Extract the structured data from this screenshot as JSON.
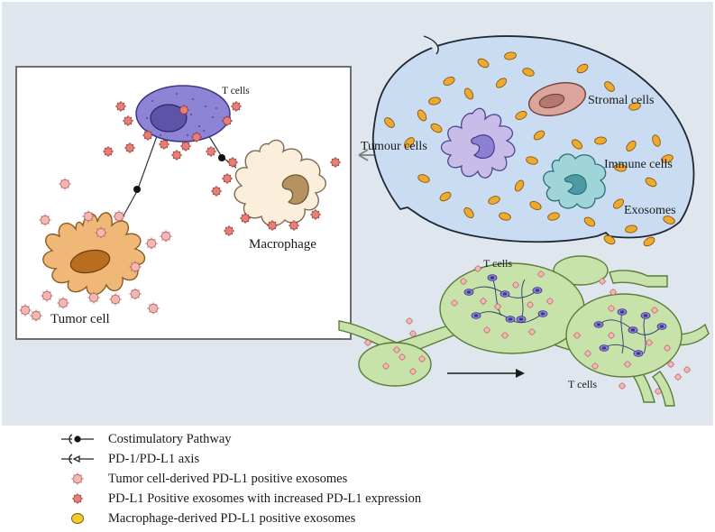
{
  "labels": {
    "t_cells_box": "T cells",
    "macrophage": "Macrophage",
    "tumor_cell": "Tumor cell",
    "stromal_cells": "Stromal cells",
    "tumour_cells": "Tumour cells",
    "immune_cells": "Immune cells",
    "exosomes": "Exosomes",
    "t_cells_top": "T cells",
    "t_cells_bottom": "T cells"
  },
  "legend": [
    {
      "icon": "costimulatory-pathway-icon",
      "text": "Costimulatory Pathway"
    },
    {
      "icon": "pd1-pdl1-axis-icon",
      "text": "PD-1/PD-L1 axis"
    },
    {
      "icon": "tumor-exosome-icon",
      "text": "Tumor cell-derived PD-L1 positive  exosomes"
    },
    {
      "icon": "increased-pdl1-exosome-icon",
      "text": "PD-L1 Positive exosomes with increased PD-L1 expression"
    },
    {
      "icon": "macrophage-exosome-icon",
      "text": "Macrophage-derived  PD-L1 positive  exosomes"
    }
  ],
  "colors": {
    "background_panel": "#dfe6ee",
    "tumor_circle": "#c9dcf2",
    "t_cell": "#8e84d6",
    "tumor_cell": "#f0b877",
    "macrophage": "#fbefdc",
    "stromal": "#dca59b",
    "immune": "#9fd4d8",
    "exosome_gold": "#e8a52a",
    "exosome_pink": "#f2a6a6",
    "exosome_red": "#e87e78",
    "vessel_green": "#c8e3aa"
  }
}
